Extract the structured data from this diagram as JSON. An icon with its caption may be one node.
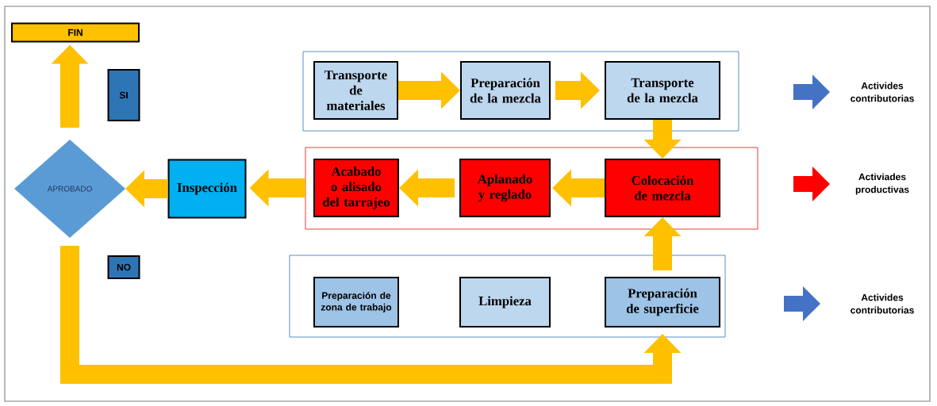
{
  "diagram": {
    "nodes": [
      {
        "text": [
          "FIN"
        ]
      },
      {
        "text": [
          "SI"
        ]
      },
      {
        "text": [
          "APROBADO"
        ]
      },
      {
        "text": [
          "Inspección"
        ]
      },
      {
        "text": [
          "NO"
        ]
      },
      {
        "text": [],
        "shape": "box"
      },
      {
        "text": [
          "Transporte de materiales"
        ],
        "in": 5
      },
      {
        "text": [
          "Preparación de la mezcla"
        ],
        "in": 5
      },
      {
        "text": [
          "Transporte de la mezcla"
        ],
        "in": 5
      },
      {
        "text": [],
        "shape": "box"
      },
      {
        "text": [
          "Acabado o alisado del tarrajeo"
        ],
        "in": 9
      },
      {
        "text": [
          "Aplanado y reglado"
        ],
        "in": 9
      },
      {
        "text": [
          "Colocación de mezcla"
        ],
        "in": 9
      },
      {
        "text": [],
        "shape": "box"
      },
      {
        "text": [
          "Preparación de zona de trabajo"
        ],
        "in": 13
      },
      {
        "text": [
          "Limpieza"
        ],
        "in": 13
      },
      {
        "text": [
          "Preparación de superficie"
        ],
        "in": 13
      }
    ],
    "edges": [
      {
        "from": 6,
        "to": 7,
        "arrow": "to"
      },
      {
        "from": 7,
        "to": 8,
        "arrow": "to"
      },
      {
        "from": 8,
        "to": 12,
        "arrow": "to"
      },
      {
        "from": 12,
        "to": 11,
        "arrow": "to"
      },
      {
        "from": 11,
        "to": 10,
        "arrow": "to"
      },
      {
        "from": 10,
        "to": 3,
        "arrow": "to"
      },
      {
        "from": 3,
        "to": 2,
        "arrow": "to"
      },
      {
        "from": 2,
        "to": 0,
        "arrow": "to"
      },
      {
        "from": 2,
        "to": 16,
        "arrow": "to"
      },
      {
        "from": 16,
        "to": 12,
        "arrow": "to"
      }
    ],
    "legend": [
      {
        "text": "Activides contributorias",
        "color": "#4472c4"
      },
      {
        "text": "Activiades productivas",
        "color": "#ff0000"
      },
      {
        "text": "Activides contributorias",
        "color": "#4472c4"
      }
    ]
  }
}
